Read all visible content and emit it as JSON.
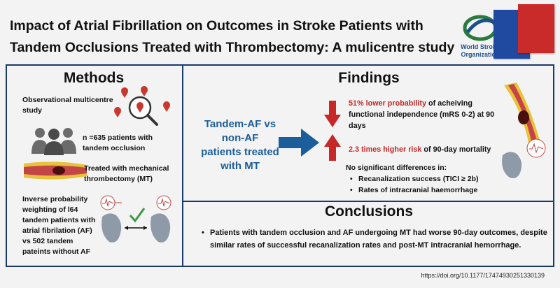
{
  "title": {
    "line1": "Impact of Atrial Fibrillation on Outcomes in Stroke Patients with",
    "line2": "Tandem Occlusions Treated with Thrombectomy:  A mulicentre study"
  },
  "logo": {
    "text": "World Stroke Organization"
  },
  "methods": {
    "heading": "Methods",
    "item1": "Observational multicentre study",
    "item2": "n =635 patients with tandem occlusion",
    "item3": "Treated with mechanical thrombectomy (MT)",
    "item4": "Inverse probability weighting of l64 tandem patients with atrial fibrilation (AF) vs 502 tandem pateints without AF"
  },
  "findings": {
    "heading": "Findings",
    "tandem_label": "Tandem-AF vs non-AF patients treated with MT",
    "f1_highlight": "51% lower probability",
    "f1_rest": " of acheiving functional independence (mRS 0-2) at 90 days",
    "f2_highlight": "2.3 times higher risk",
    "f2_rest": " of 90-day mortality",
    "no_diff": "No significant differences in:",
    "bullets": [
      "Recanalization success (TICI ≥ 2b)",
      "Rates of intracranial haemorrhage"
    ]
  },
  "conclusions": {
    "heading": "Conclusions",
    "text": "Patients with tandem occlusion and AF undergoing MT had worse 90-day outcomes, despite similar rates of successful recanalization rates and post-MT intracranial hemorrhage."
  },
  "doi": "https://doi.org/10.1177/17474930251330139",
  "colors": {
    "frame": "#1a3a6b",
    "accent_blue": "#1b5e9b",
    "alert_red": "#c62828"
  }
}
